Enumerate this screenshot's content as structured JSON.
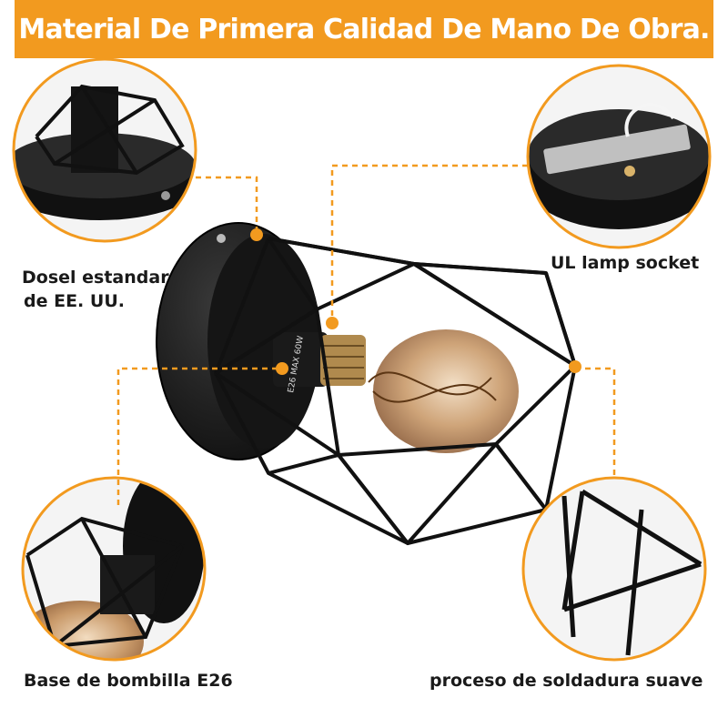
{
  "banner": {
    "title": "Material De Primera Calidad De Mano De Obra."
  },
  "callouts": {
    "canopy": {
      "line1": "Dosel estandar",
      "line2": "de EE. UU."
    },
    "socket": {
      "label": "UL lamp socket"
    },
    "bulb_base": {
      "label": "Base de bombilla E26"
    },
    "welding": {
      "label": "proceso de soldadura suave"
    }
  },
  "socket_marking": "E26 MAX 60W",
  "colors": {
    "accent": "#f29a1f",
    "banner_text": "#ffffff",
    "label_text": "#1a1a1a",
    "metal": "#111111",
    "bulb_amber": "#c99a6a"
  }
}
